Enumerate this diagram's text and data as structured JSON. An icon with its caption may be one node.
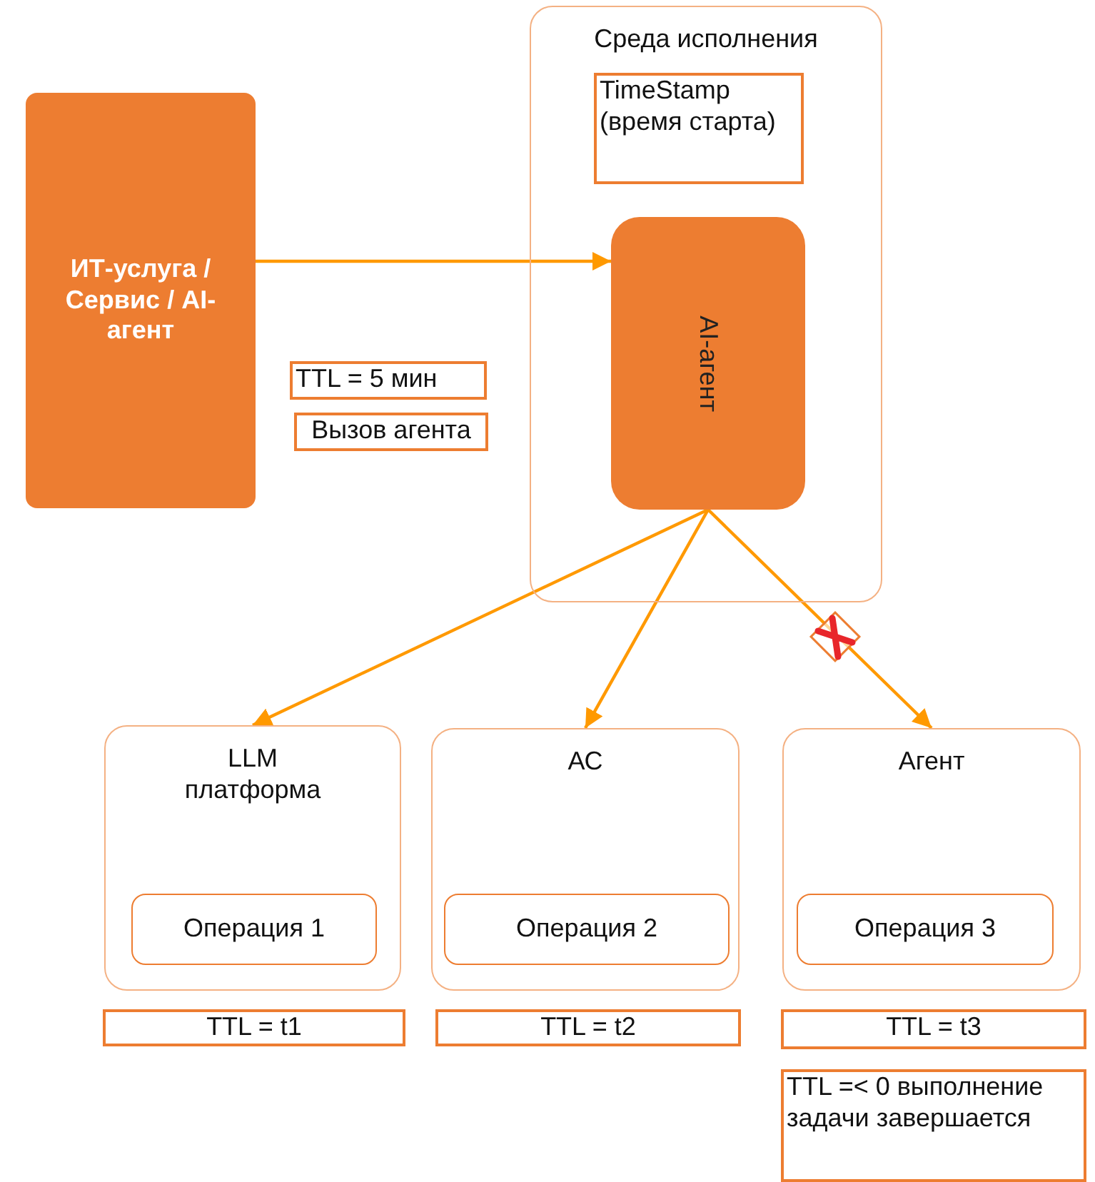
{
  "diagram": {
    "nodes": [
      {
        "text": [
          "ИТ-услуга / Сервис / AI-агент"
        ]
      },
      {
        "text": [
          "Среда исполнения"
        ]
      },
      {
        "text": [
          "TimeStamp (время старта)"
        ],
        "in": 1
      },
      {
        "text": [
          "AI-агент"
        ],
        "in": 1
      },
      {
        "text": [
          "TTL = 5 мин"
        ]
      },
      {
        "text": [
          "Вызов агента"
        ]
      },
      {
        "text": [
          "LLM платформа"
        ]
      },
      {
        "text": [
          "Операция 1"
        ],
        "in": 6
      },
      {
        "text": [
          "АС"
        ]
      },
      {
        "text": [
          "Операция 2"
        ],
        "in": 8
      },
      {
        "text": [
          "Агент"
        ]
      },
      {
        "text": [
          "Операция 3"
        ],
        "in": 10
      },
      {
        "text": [
          "TTL = t1"
        ]
      },
      {
        "text": [
          "TTL = t2"
        ]
      },
      {
        "text": [
          "TTL = t3"
        ]
      },
      {
        "text": [
          "TTL =< 0 выполнение задачи завершается"
        ]
      }
    ],
    "edges": [
      {
        "from": 0,
        "to": 3,
        "arrow": "to"
      },
      {
        "from": 3,
        "to": 6,
        "arrow": "to"
      },
      {
        "from": 3,
        "to": 8,
        "arrow": "to"
      },
      {
        "from": 3,
        "to": 10,
        "arrow": "to"
      }
    ]
  }
}
